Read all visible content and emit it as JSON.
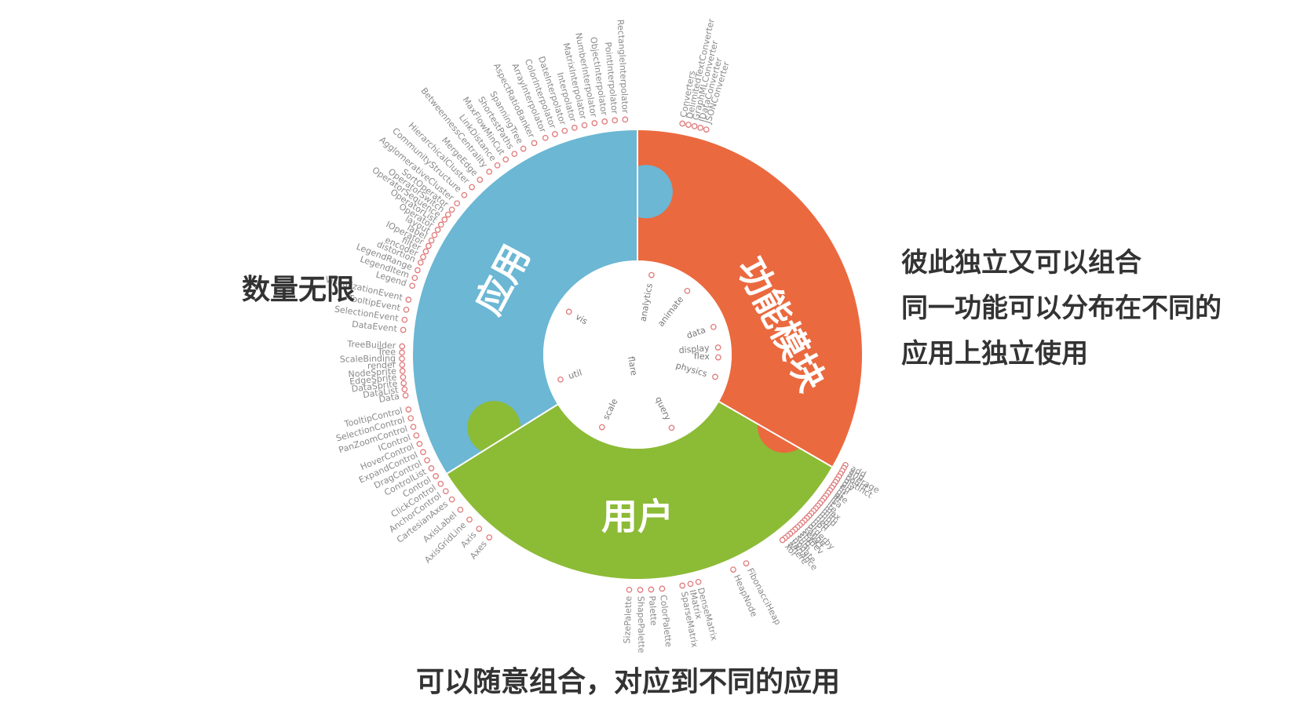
{
  "captions": {
    "left": "数量无限",
    "right": [
      "彼此独立又可以组合",
      "同一功能可以分布在不同的",
      "应用上独立使用"
    ],
    "bottom": "可以随意组合，对应到不同的应用"
  },
  "segments": [
    {
      "label": "应用",
      "color": "#6bb7d4"
    },
    {
      "label": "功能模块",
      "color": "#eb693f"
    },
    {
      "label": "用户",
      "color": "#8cbb36"
    }
  ],
  "center_label": "flare",
  "inner_items": [
    "vis",
    "analytics",
    "animate",
    "data",
    "display",
    "flex",
    "physics",
    "query",
    "scale",
    "util"
  ],
  "leaf_groups": [
    {
      "start": 219,
      "end": 232,
      "items": [
        "Axes",
        "Axis",
        "AxisGridLine",
        "AxisLabel",
        "CartesianAxes"
      ]
    },
    {
      "start": 234.5,
      "end": 256.5,
      "items": [
        "AnchorControl",
        "ClickControl",
        "Control",
        "ControlList",
        "DragControl",
        "ExpandControl",
        "HoverControl",
        "IControl",
        "PanZoomControl",
        "SelectionControl",
        "TooltipControl"
      ]
    },
    {
      "start": 260,
      "end": 272,
      "items": [
        "Data",
        "DataList",
        "DataSprite",
        "EdgeSprite",
        "NodeSprite",
        "render",
        "ScaleBinding",
        "Tree",
        "TreeBuilder"
      ]
    },
    {
      "start": 276,
      "end": 283.5,
      "items": [
        "DataEvent",
        "SelectionEvent",
        "TooltipEvent",
        "VisualizationEvent"
      ]
    },
    {
      "start": 287,
      "end": 291,
      "items": [
        "Legend",
        "LegendItem",
        "LegendRange"
      ]
    },
    {
      "start": 293,
      "end": 308,
      "items": [
        "distortion",
        "encoder",
        "filter",
        "IOperator",
        "label",
        "layout",
        "Operator",
        "OperatorList",
        "OperatorSequence",
        "OperatorSwitch",
        "SortOperator"
      ]
    },
    {
      "start": 310,
      "end": 318,
      "items": [
        "AgglomerativeCluster",
        "CommunityStructure",
        "HierarchicalCluster",
        "MergeEdge"
      ]
    },
    {
      "start": 321,
      "end": 331,
      "items": [
        "BetweennessCentrality",
        "LinkDistance",
        "MaxFlowMinCut",
        "ShortestPaths",
        "SpanningTree"
      ]
    },
    {
      "start": 334,
      "end": 334,
      "items": [
        "AspectRatioBanker"
      ]
    },
    {
      "start": 337,
      "end": 357,
      "items": [
        "ArrayInterpolator",
        "ColorInterpolator",
        "DateInterpolator",
        "Interpolator",
        "MatrixInterpolator",
        "NumberInterpolator",
        "ObjectInterpolator",
        "PointInterpolator",
        "RectangleInterpolator"
      ]
    },
    {
      "start": 11,
      "end": 17,
      "items": [
        "Converters",
        "DelimitedTextConverter",
        "GraphMLConverter",
        "IDataConverter",
        "JSONConverter"
      ]
    },
    {
      "start": 118,
      "end": 142,
      "items": [
        "add",
        "and",
        "average",
        "count",
        "distinct",
        "div",
        "eq",
        "fn",
        "gt",
        "gte",
        "iff",
        "isa",
        "lt",
        "lte",
        "max",
        "min",
        "mod",
        "mul",
        "neq",
        "not",
        "or",
        "orderby",
        "range",
        "select",
        "stddev",
        "sub",
        "sum",
        "update",
        "variance",
        "where",
        "xor"
      ]
    },
    {
      "start": 152.5,
      "end": 156,
      "items": [
        "FibonacciHeap",
        "HeapNode"
      ]
    },
    {
      "start": 165,
      "end": 169,
      "items": [
        "DenseMatrix",
        "IMatrix",
        "SparseMatrix"
      ]
    },
    {
      "start": 174,
      "end": 182,
      "items": [
        "ColorPalette",
        "Palette",
        "ShapePalette",
        "SizePalette"
      ]
    }
  ]
}
